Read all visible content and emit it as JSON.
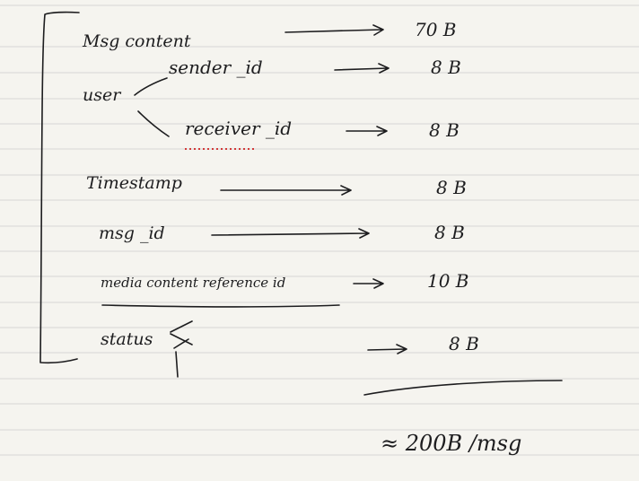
{
  "notes": {
    "labels": {
      "msg_content": "Msg content",
      "user": "user",
      "sender_id": "sender _id",
      "receiver_id": "receiver _id",
      "timestamp": "Timestamp",
      "msg_id": "msg _id",
      "media_ref": "media content reference id",
      "status": "status"
    },
    "sizes": {
      "msg_content": "70 B",
      "sender_id": "8 B",
      "receiver_id": "8 B",
      "timestamp": "8 B",
      "msg_id": "8 B",
      "media_ref": "10 B",
      "status": "8 B"
    },
    "total": "≈ 200B /msg"
  },
  "colors": {
    "paper": "#f5f4ef",
    "ruled_line": "#d6d6d6",
    "ink": "#1d1d1f",
    "spellcheck": "#d23a3a"
  }
}
